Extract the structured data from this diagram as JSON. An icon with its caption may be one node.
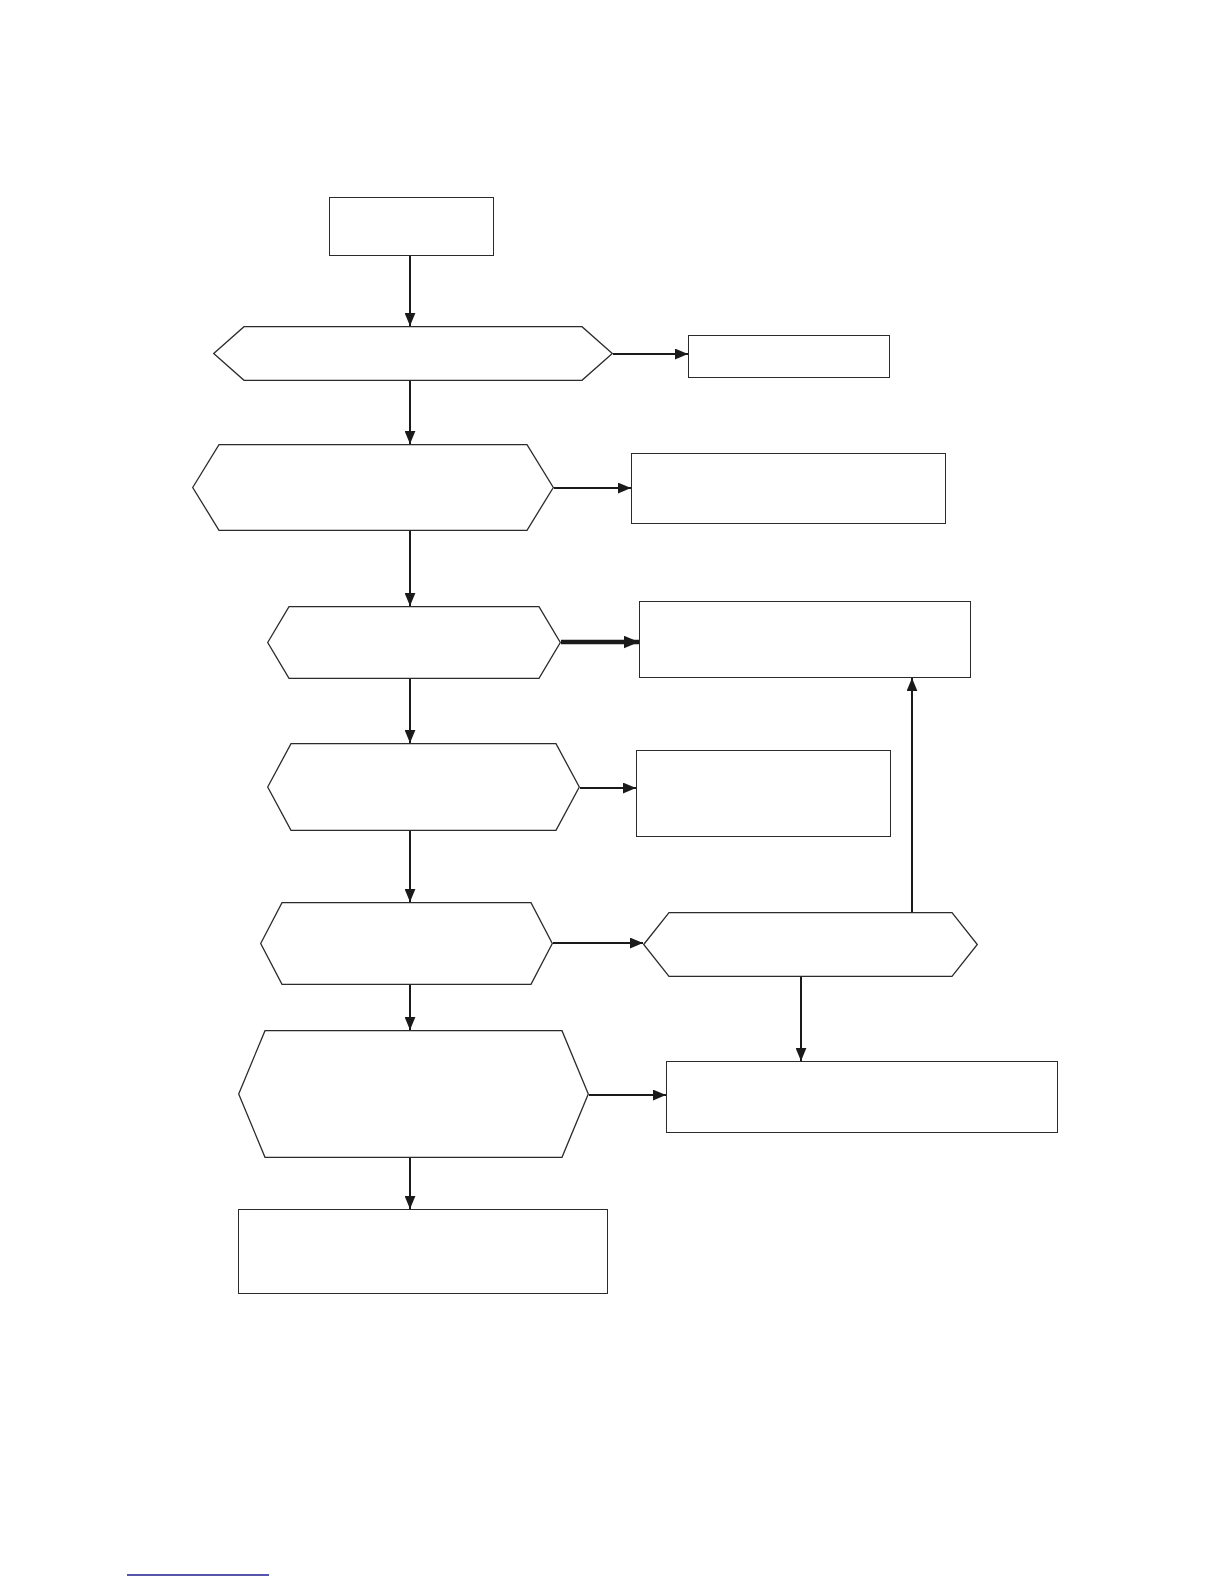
{
  "diagram": {
    "nodes": [
      {
        "text": [],
        "shape": "box"
      },
      {
        "text": [],
        "shape": "hexagon"
      },
      {
        "text": [],
        "shape": "box"
      },
      {
        "text": [],
        "shape": "hexagon"
      },
      {
        "text": [],
        "shape": "box"
      },
      {
        "text": [],
        "shape": "hexagon"
      },
      {
        "text": [],
        "shape": "box"
      },
      {
        "text": [],
        "shape": "hexagon"
      },
      {
        "text": [],
        "shape": "box"
      },
      {
        "text": [],
        "shape": "hexagon"
      },
      {
        "text": [],
        "shape": "hexagon"
      },
      {
        "text": [],
        "shape": "hexagon"
      },
      {
        "text": [],
        "shape": "box"
      },
      {
        "text": [],
        "shape": "box"
      }
    ],
    "edges": [
      {
        "from": 0,
        "to": 1,
        "arrow": "to"
      },
      {
        "from": 1,
        "to": 2,
        "arrow": "to"
      },
      {
        "from": 1,
        "to": 3,
        "arrow": "to"
      },
      {
        "from": 3,
        "to": 4,
        "arrow": "to"
      },
      {
        "from": 3,
        "to": 5,
        "arrow": "to"
      },
      {
        "from": 5,
        "to": 6,
        "arrow": "to",
        "style": "thick"
      },
      {
        "from": 5,
        "to": 7,
        "arrow": "to"
      },
      {
        "from": 7,
        "to": 8,
        "arrow": "to"
      },
      {
        "from": 7,
        "to": 9,
        "arrow": "to"
      },
      {
        "from": 9,
        "to": 10,
        "arrow": "to"
      },
      {
        "from": 10,
        "to": 6,
        "arrow": "to"
      },
      {
        "from": 9,
        "to": 11,
        "arrow": "to"
      },
      {
        "from": 10,
        "to": 12,
        "arrow": "to"
      },
      {
        "from": 11,
        "to": 12,
        "arrow": "to"
      },
      {
        "from": 11,
        "to": 13,
        "arrow": "to"
      }
    ]
  }
}
